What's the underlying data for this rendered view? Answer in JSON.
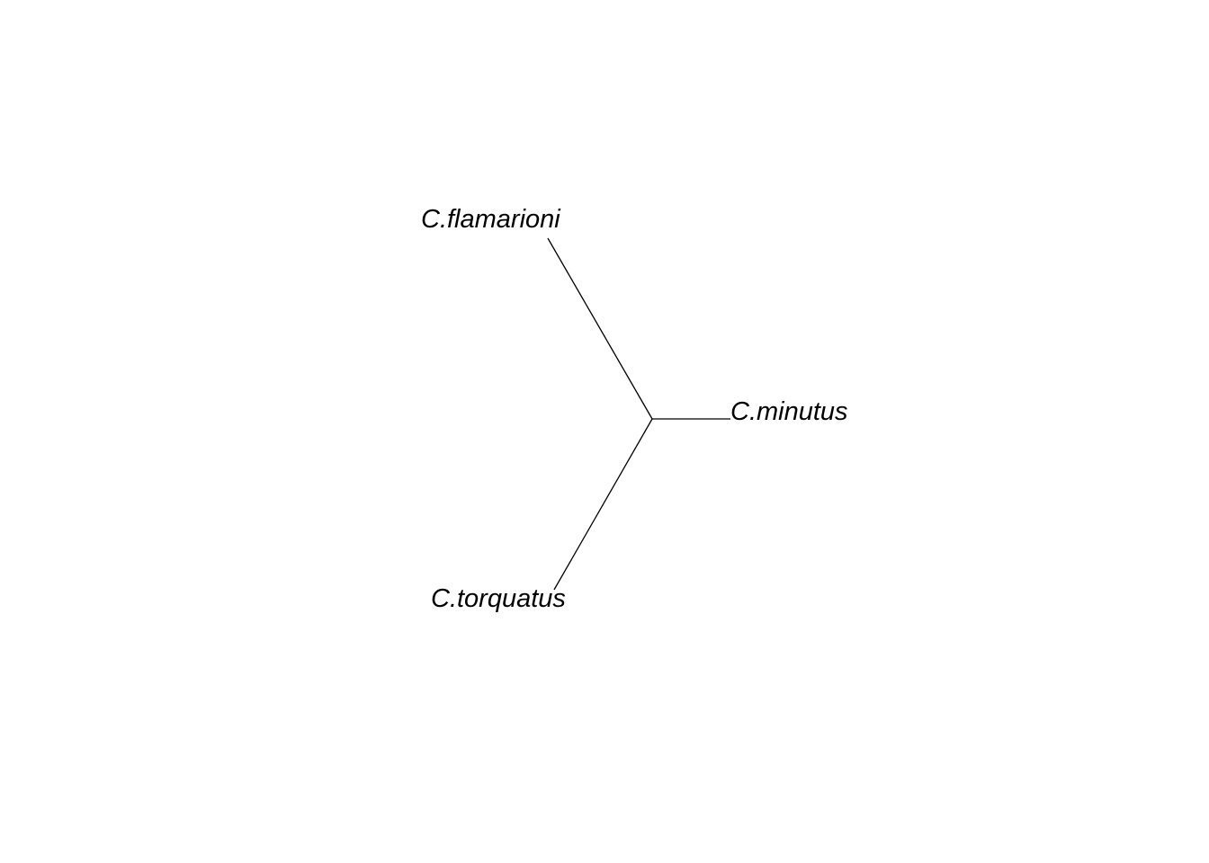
{
  "tree": {
    "type": "unrooted",
    "node_center": "root",
    "tips": [
      {
        "id": "flamarioni",
        "label": "C.flamarioni"
      },
      {
        "id": "minutus",
        "label": "C.minutus"
      },
      {
        "id": "torquatus",
        "label": "C.torquatus"
      }
    ]
  },
  "colors": {
    "background": "#ffffff",
    "branch": "#000000",
    "label": "#000000"
  }
}
